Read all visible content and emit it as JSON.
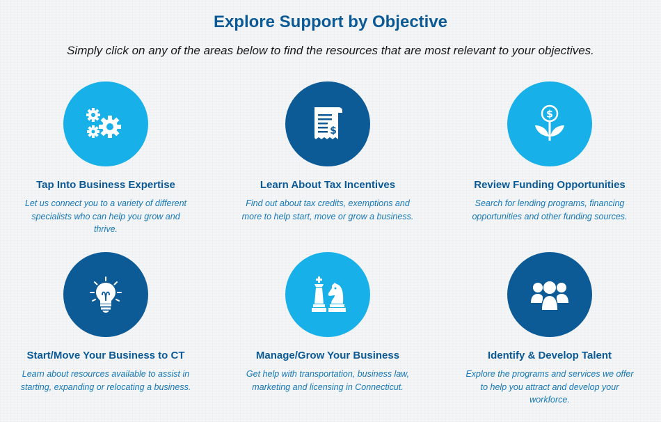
{
  "header": {
    "title": "Explore Support by Objective",
    "subtitle": "Simply click on any of the areas below to find the resources that are most relevant to your objectives."
  },
  "colors": {
    "title": "#0b5a96",
    "light_circle": "#17b0e8",
    "dark_circle": "#0c5b97",
    "description": "#1678b8"
  },
  "cards": [
    {
      "icon": "gears-icon",
      "title": "Tap Into Business Expertise",
      "description": "Let us connect you to a variety of different specialists who can help you grow and thrive."
    },
    {
      "icon": "receipt-dollar-icon",
      "title": "Learn About Tax Incentives",
      "description": "Find out about tax credits, exemptions and more to help start, move or grow a business."
    },
    {
      "icon": "money-plant-icon",
      "title": "Review Funding Opportunities",
      "description": "Search for lending programs, financing opportunities and other funding sources."
    },
    {
      "icon": "lightbulb-icon",
      "title": "Start/Move Your Business to CT",
      "description": "Learn about resources available to assist in starting, expanding or relocating a business."
    },
    {
      "icon": "chess-pieces-icon",
      "title": "Manage/Grow Your Business",
      "description": "Get help with transportation, business law, marketing and licensing in Connecticut."
    },
    {
      "icon": "people-group-icon",
      "title": "Identify & Develop Talent",
      "description": "Explore the programs and services we offer to help you attract and develop your workforce."
    }
  ]
}
